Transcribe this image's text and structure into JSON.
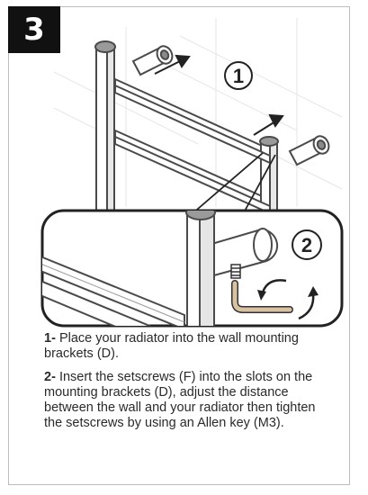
{
  "step": {
    "number": "3"
  },
  "callouts": {
    "one": "1",
    "two": "2"
  },
  "instructions": [
    {
      "num": "1-",
      "text": "Place your radiator into the wall mounting brackets (D)."
    },
    {
      "num": "2-",
      "text": "Insert the setscrews (F) into the slots on the mounting brackets (D), adjust the distance between the wall and your radiator then tighten the setscrews by using an Allen key (M3)."
    }
  ],
  "colors": {
    "frame": "#5a5a5a",
    "badge": "#111111",
    "key": "#d8c2a0",
    "border": "#bdbdbd"
  }
}
